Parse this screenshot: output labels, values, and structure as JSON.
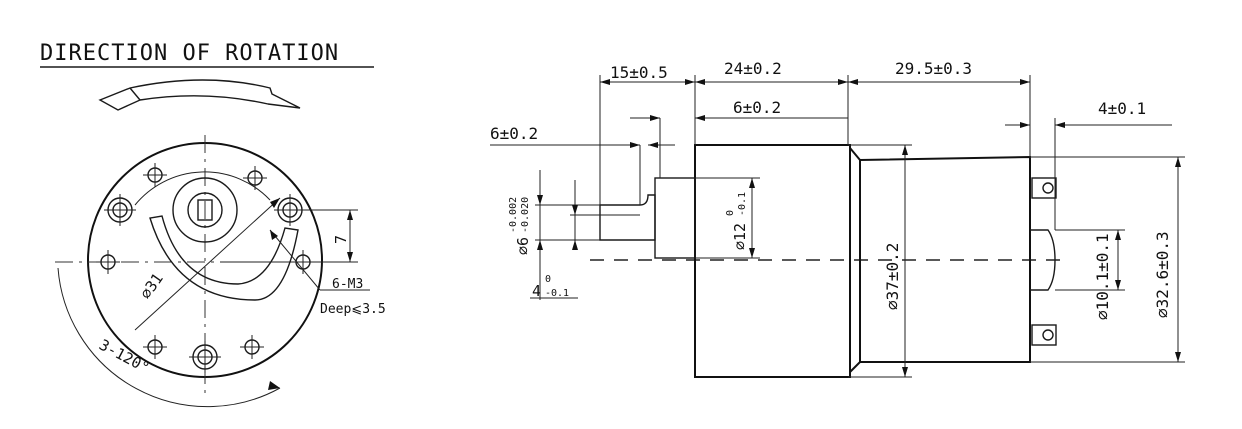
{
  "title": "DIRECTION OF ROTATION",
  "front_view": {
    "pcd_label": "⌀31",
    "hole_label_top": "6-M3",
    "hole_label_bottom": "Deep⩽3.5",
    "offset_label": "7",
    "angle_label": "3-120°"
  },
  "side_view": {
    "dim_15": "15±0.5",
    "dim_24": "24±0.2",
    "dim_29": "29.5±0.3",
    "dim_6_inner": "6±0.2",
    "dim_6_left": "6±0.2",
    "dim_4_right": "4±0.1",
    "shaft_dia_main": "⌀6",
    "shaft_dia_upper": "-0.002",
    "shaft_dia_lower": "-0.020",
    "flat_main": "4",
    "flat_upper": "0",
    "flat_lower": "-0.1",
    "boss_main": "⌀12",
    "boss_upper": "0",
    "boss_lower": "-0.1",
    "body_dia": "⌀37±0.2",
    "bearing_dia": "⌀10.1±0.1",
    "can_dia": "⌀32.6±0.3"
  }
}
